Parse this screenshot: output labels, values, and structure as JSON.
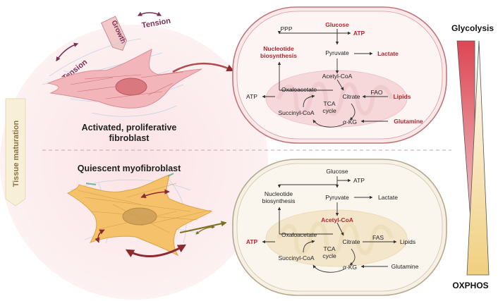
{
  "labels": {
    "tension_top": "Tension",
    "tension_left": "Tension",
    "growth": "Growth",
    "tissue_maturation": "Tissue maturation",
    "activated_line1": "Activated, proliferative",
    "activated_line2": "fibroblast",
    "quiescent": "Quiescent myofibroblast"
  },
  "gradient": {
    "top_label": "Glycolysis",
    "bottom_label": "OXPHOS",
    "glycolysis_color": "#d9434f",
    "oxphos_color": "#f1d38a"
  },
  "top_cell": {
    "glucose": "Glucose",
    "ppp": "PPP",
    "atp_top": "ATP",
    "nucleotide_line1": "Nucleotide",
    "nucleotide_line2": "biosynthesis",
    "pyruvate": "Pyruvate",
    "lactate": "Lactate",
    "acetyl_coa": "Acetyl-CoA",
    "oxaloacetate": "Oxaloacetate",
    "citrate": "Citrate",
    "fao": "FAO",
    "lipids": "Lipids",
    "atp_left": "ATP",
    "tca_line1": "TCA",
    "tca_line2": "cycle",
    "succinyl_coa": "Succinyl-CoA",
    "akg": "α-KG",
    "glutamine": "Glutamine",
    "highlight_color": "#b3262e"
  },
  "bottom_cell": {
    "glucose": "Glucose",
    "atp_top": "ATP",
    "nucleotide_line1": "Nucleotide",
    "nucleotide_line2": "biosynthesis",
    "pyruvate": "Pyruvate",
    "lactate": "Lactate",
    "acetyl_coa": "Acetyl-CoA",
    "oxaloacetate": "Oxaloacetate",
    "citrate": "Citrate",
    "fas": "FAS",
    "lipids": "Lipids",
    "atp_left": "ATP",
    "tca_line1": "TCA",
    "tca_line2": "cycle",
    "succinyl_coa": "Succinyl-CoA",
    "akg": "α-KG",
    "glutamine": "Glutamine",
    "highlight_color": "#b3262e"
  }
}
